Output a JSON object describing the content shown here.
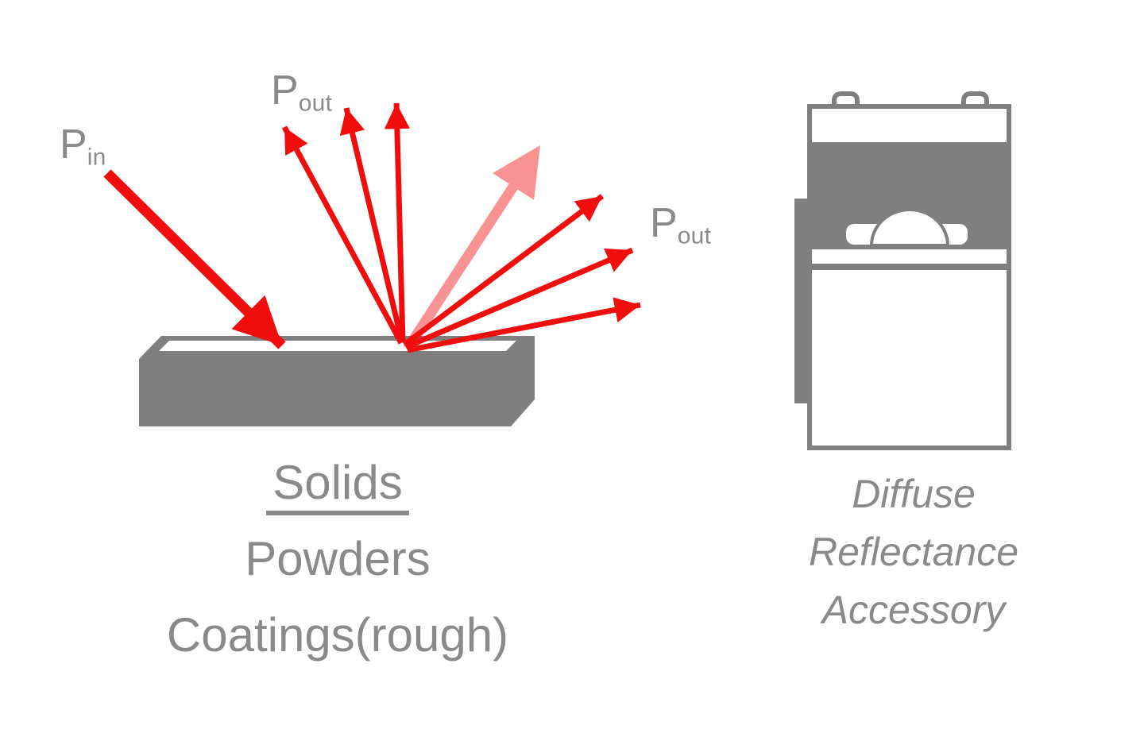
{
  "diagram": {
    "title_semantic": "Diffuse reflectance diagram",
    "labels": {
      "p_in": {
        "symbol": "P",
        "subscript": "in"
      },
      "p_out_top": {
        "symbol": "P",
        "subscript": "out"
      },
      "p_out_right": {
        "symbol": "P",
        "subscript": "out"
      }
    },
    "sample_caption": {
      "line1": "Solids",
      "line2": "Powders",
      "line3": "Coatings(rough)"
    },
    "device_caption": {
      "line1": "Diffuse",
      "line2": "Reflectance",
      "line3": "Accessory"
    },
    "colors": {
      "ray_red": "#f20d0d",
      "ray_pink": "rgba(242,13,13,0.45)",
      "shape_gray": "#7f7f7f",
      "text_gray": "#8a8a8a"
    }
  }
}
